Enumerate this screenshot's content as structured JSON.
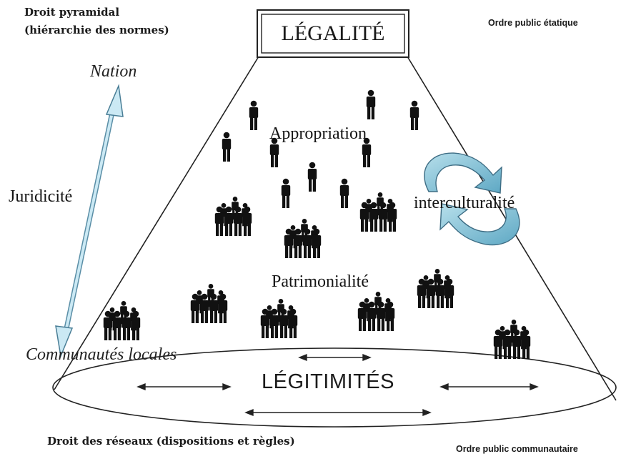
{
  "corners": {
    "top_left_line1": "Droit pyramidal",
    "top_left_line2": "(hiérarchie des normes)",
    "top_right": "Ordre public étatique",
    "bottom_left": "Droit des réseaux (dispositions et règles)",
    "bottom_right": "Ordre public communautaire"
  },
  "apex_box": "LÉGALITÉ",
  "base_label": "LÉGITIMITÉS",
  "side_axis": {
    "top": "Nation",
    "middle": "Juridicité",
    "bottom": "Communautés locales"
  },
  "layers": {
    "upper": "Appropriation",
    "lower": "Patrimonialité"
  },
  "cycle_label": "interculturalité",
  "colors": {
    "line": "#222222",
    "arrow_fill": "#c4e6f2",
    "arrow_stroke": "#3e6d84",
    "cycle_fill": "#8ec9dc"
  }
}
